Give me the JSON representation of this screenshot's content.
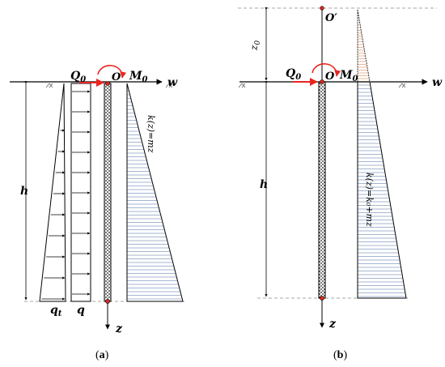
{
  "panel_a": {
    "caption_open": "(",
    "caption_letter": "a",
    "caption_close": ")",
    "shear_force": "Q",
    "shear_force_sub": "0",
    "moment": "M",
    "moment_sub": "0",
    "origin": "O",
    "w_axis": "w",
    "z_axis": "z",
    "depth": "h",
    "load_tip": "q",
    "load_tip_sub": "t",
    "load_uniform": "q",
    "stiffness_label": "k(z)=mz"
  },
  "panel_b": {
    "caption_open": "(",
    "caption_letter": "b",
    "caption_close": ")",
    "shear_force": "Q",
    "shear_force_sub": "0",
    "moment": "M",
    "moment_sub": "0",
    "origin": "O",
    "virtual_origin": "O′",
    "w_axis": "w",
    "z_axis": "z",
    "depth": "h",
    "offset": "z",
    "offset_sub": "0",
    "stiffness_label": "k(z)=k₀+mz"
  },
  "colors": {
    "line": "#000000",
    "red_accent": "#e8261f",
    "hatch_orange": "#d98a55",
    "hatch_blue": "#4a6fa5",
    "pile_fill": "#222222",
    "guide_gray": "#8a8a8a"
  }
}
